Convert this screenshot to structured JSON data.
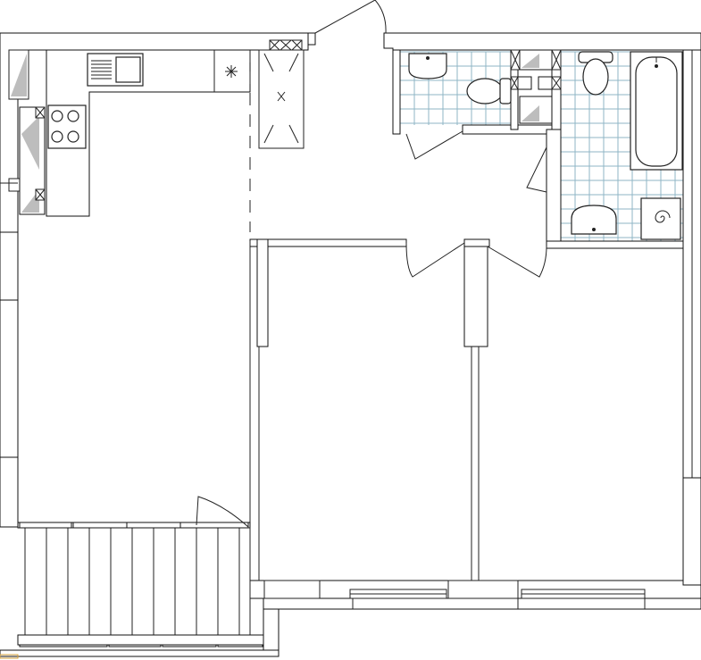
{
  "plan": {
    "colors": {
      "wall_line": "#111111",
      "tile_grid": "#8fb5c6",
      "shaft_shade": "#bdbdbd",
      "background": "#ffffff"
    },
    "rooms": [
      "kitchen-living",
      "bedroom-middle",
      "bedroom-right",
      "hall",
      "toilet",
      "bathroom",
      "balcony"
    ],
    "icons": [
      "sink-icon",
      "stove-icon",
      "toilet-icon",
      "bathtub-icon",
      "washbasin-icon",
      "washing-machine-icon",
      "vent-icon"
    ]
  }
}
